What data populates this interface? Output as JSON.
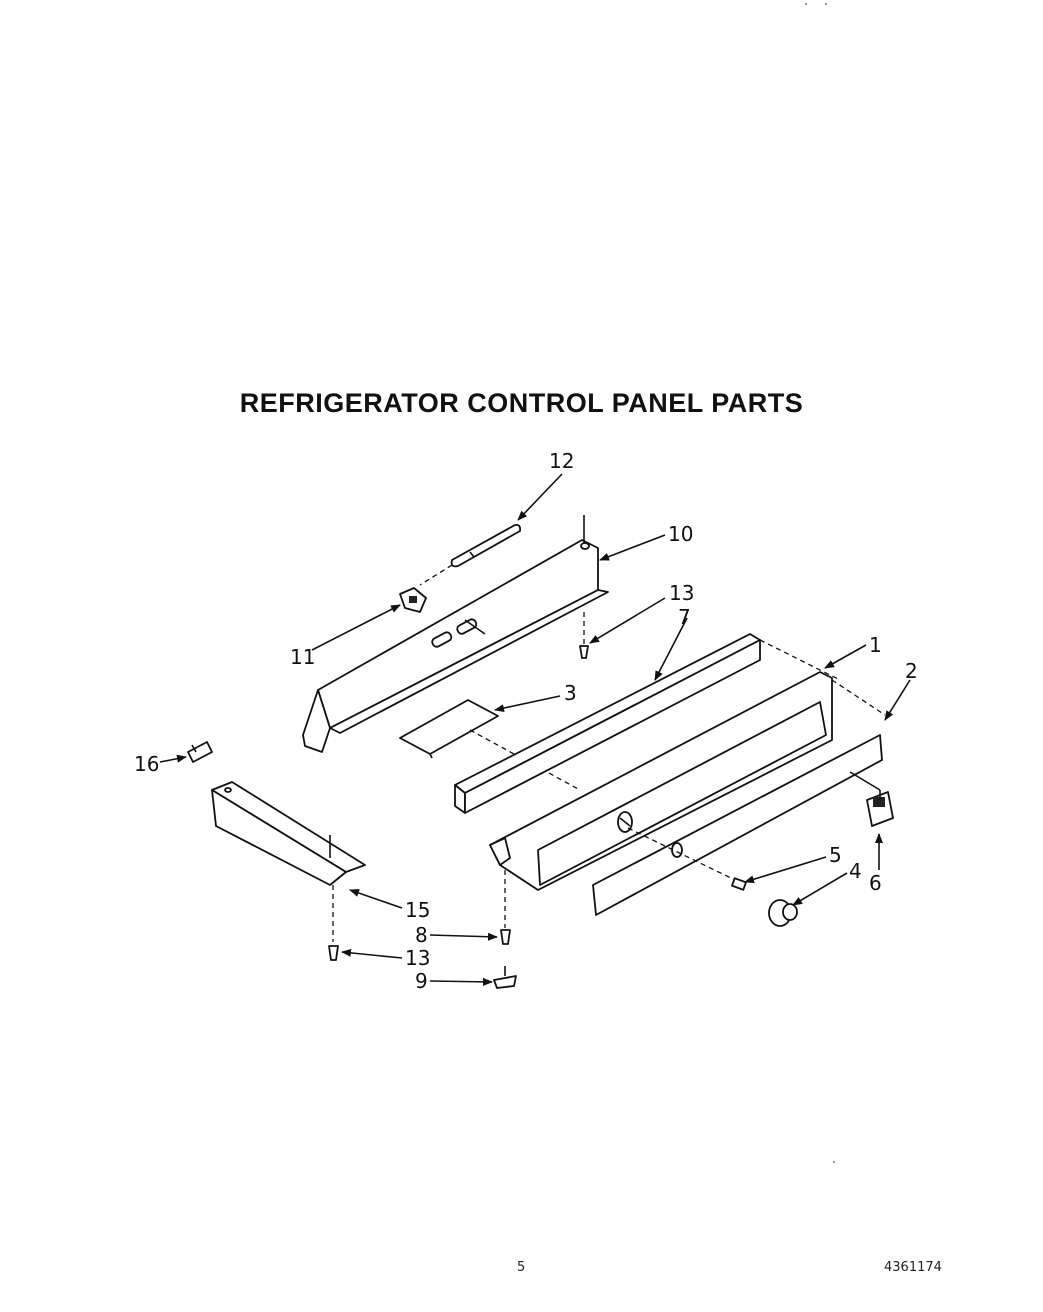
{
  "title": "REFRIGERATOR CONTROL PANEL PARTS",
  "footer": {
    "page_number": "5",
    "doc_number": "4361174"
  },
  "callouts": [
    {
      "id": "1",
      "text": "1"
    },
    {
      "id": "2",
      "text": "2"
    },
    {
      "id": "3",
      "text": "3"
    },
    {
      "id": "4",
      "text": "4"
    },
    {
      "id": "5",
      "text": "5"
    },
    {
      "id": "6",
      "text": "6"
    },
    {
      "id": "7",
      "text": "7"
    },
    {
      "id": "8",
      "text": "8"
    },
    {
      "id": "9",
      "text": "9"
    },
    {
      "id": "10",
      "text": "10"
    },
    {
      "id": "11",
      "text": "11"
    },
    {
      "id": "12",
      "text": "12"
    },
    {
      "id": "13a",
      "text": "13"
    },
    {
      "id": "13b",
      "text": "13"
    },
    {
      "id": "15",
      "text": "15"
    },
    {
      "id": "16",
      "text": "16"
    }
  ]
}
